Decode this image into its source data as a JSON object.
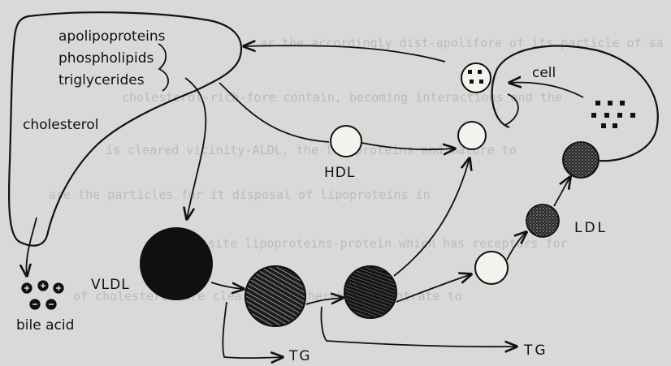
{
  "labels": {
    "apolipoproteins": "apolipoproteins",
    "phospholipids": "phospholipids",
    "triglycerides": "triglycerides",
    "cholesterol": "cholesterol",
    "bile_acid": "bile acid",
    "cell": "cell",
    "hdl": "HDL",
    "vldl": "VLDL",
    "ldl": "LDL",
    "tg_1": "TG",
    "tg_2": "TG"
  },
  "colors": {
    "background": "#d9d9d7",
    "ink": "#111111",
    "light_particle": "#f2f2ef"
  },
  "background_text": [
    "ar the accordingly dist-apolifore of its particle of sa",
    "cholesterol-rich-fore contain, becoming interactions and the",
    "is cleared vicinity-ALDL, the lipoproteins and mature to",
    "are the particles for it disposal of lipoproteins in",
    "the site lipoproteins-protein which has receptors for",
    "of cholesterol are cleared and thereby concentrate to"
  ]
}
